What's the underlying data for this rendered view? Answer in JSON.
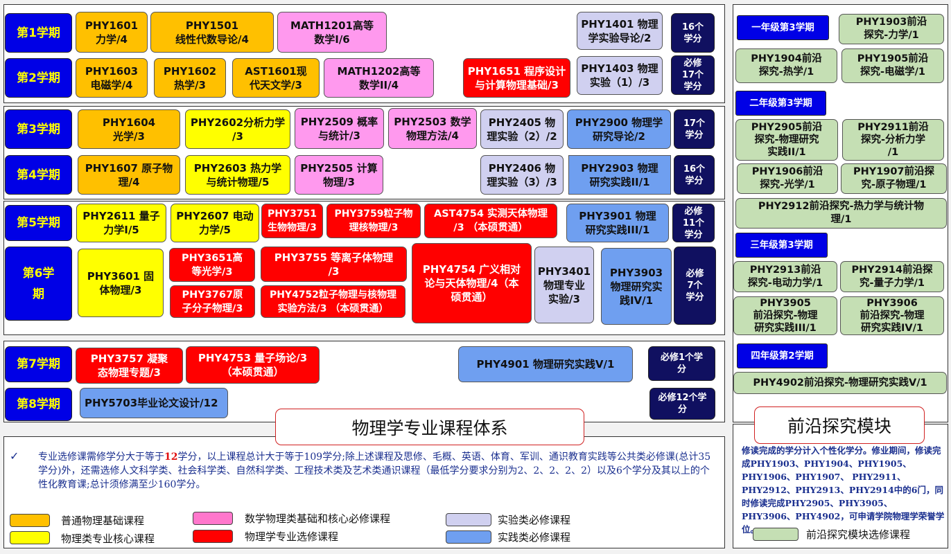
{
  "colors": {
    "foundation": "#ffc000",
    "core": "#ffff00",
    "math": "#ff99ee",
    "elective": "#ff0000",
    "lab": "#d0d0f0",
    "practice": "#6f9ff0",
    "frontier": "#c5dfb4",
    "semester": "#0000e6",
    "credit": "#101060"
  },
  "semesters": {
    "s1": "第1学期",
    "s2": "第2学期",
    "s3": "第3学期",
    "s4": "第4学期",
    "s5": "第5学期",
    "s6": "第6学期",
    "s7": "第7学期",
    "s8": "第8学期"
  },
  "credits": {
    "c1": "16个学分",
    "c2": "必修17个学分",
    "c3": "17个学分",
    "c4": "16个学分",
    "c5": "必修11个学分",
    "c6": "必修7个学分",
    "c7": "必修1个学分",
    "c8": "必修12个学分"
  },
  "courses": {
    "phy1601": "PHY1601\n力学/4",
    "phy1501": "PHY1501\n线性代数导论/4",
    "math1201": "MATH1201高等\n数学I/6",
    "phy1401": "PHY1401 物理\n学实验导论/2",
    "phy1603": "PHY1603\n电磁学/4",
    "phy1602": "PHY1602\n热学/3",
    "ast1601": "AST1601现\n代天文学/3",
    "math1202": "MATH1202高等\n数学II/4",
    "phy1651": "PHY1651 程序设计\n与计算物理基础/3",
    "phy1403": "PHY1403 物理\n实验（1）/3",
    "phy1604": "PHY1604\n光学/3",
    "phy2602": "PHY2602分析力学\n/3",
    "phy2509": "PHY2509 概率\n与统计/3",
    "phy2503": "PHY2503 数学\n物理方法/4",
    "phy2405": "PHY2405 物\n理实验（2）/2",
    "phy2900": "PHY2900 物理学\n研究导论/2",
    "phy1607": "PHY1607 原子物\n理/4",
    "phy2603": "PHY2603 热力学\n与统计物理/5",
    "phy2505": "PHY2505 计算\n物理/3",
    "phy2406": "PHY2406 物\n理实验（3）/3",
    "phy2903": "PHY2903 物理\n研究实践II/1",
    "phy2611": "PHY2611 量子\n力学I/5",
    "phy2607": "PHY2607 电动\n力学/5",
    "phy3751": "PHY3751\n生物物理/3",
    "phy3759": "PHY3759粒子物\n理核物理/3",
    "ast4754": "AST4754 实测天体物理\n/3 （本硕贯通）",
    "phy3901": "PHY3901 物理\n研究实践III/1",
    "phy3601": "PHY3601 固\n体物理/3",
    "phy3651": "PHY3651高\n等光学/3",
    "phy3755": "PHY3755 等离子体物理\n/3",
    "phy4754": "PHY4754 广义相对\n论与天体物理/4（本\n硕贯通）",
    "phy3401": "PHY3401\n物理专业\n实验/3",
    "phy3903": "PHY3903\n物理研究实\n践IV/1",
    "phy3767": "PHY3767原\n子分子物理/3",
    "phy4752": "PHY4752粒子物理与核物理\n实验方法/3 （本硕贯通）",
    "phy3757": "PHY3757 凝聚\n态物理专题/3",
    "phy4753": "PHY4753 量子场论/3\n（本硕贯通）",
    "phy4901": "PHY4901 物理研究实践V/1",
    "phy5703": "PHY5703毕业论文设计/12"
  },
  "frontier": {
    "h1": "一年级第3学期",
    "phy1903": "PHY1903前沿\n探究-力学/1",
    "phy1904": "PHY1904前沿\n探究-热学/1",
    "phy1905": "PHY1905前沿\n探究-电磁学/1",
    "h2": "二年级第3学期",
    "phy2905": "PHY2905前沿\n探究-物理研究\n实践II/1",
    "phy2911": "PHY2911前沿\n探究-分析力学\n/1",
    "phy1906": "PHY1906前沿\n探究-光学/1",
    "phy1907": "PHY1907前沿探\n究-原子物理/1",
    "phy2912": "PHY2912前沿探究-热力学与统计物\n理/1",
    "h3": "三年级第3学期",
    "phy2913": "PHY2913前沿\n探究-电动力学/1",
    "phy2914": "PHY2914前沿探\n究-量子力学/1",
    "phy3905": "PHY3905\n前沿探究-物理\n研究实践III/1",
    "phy3906": "PHY3906\n前沿探究-物理\n研究实践IV/1",
    "h4": "四年级第2学期",
    "phy4902": "PHY4902前沿探究-物理研究实践V/1"
  },
  "titles": {
    "main": "物理学专业课程体系",
    "side": "前沿探究模块"
  },
  "notes": {
    "check": "✓",
    "main_pre": "专业选修课需修学分大于等于",
    "main_hl": "12",
    "main_post": "学分，以上课程总计大于等于109学分;除上述课程及思修、毛概、英语、体育、军训、通识教育实践等公共类必修课(总计35学分)外，还需选修人文科学类、社会科学类、自然科学类、工程技术类及艺术类通识课程（最低学分要求分别为2、2、2、2、2）以及6个学分及其以上的个性化教育课;总计须修满至少160学分。",
    "side": "修读完成的学分计入个性化学分。修业期间，修读完成PHY1903、PHY1904、PHY1905、PHY1906、PHY1907、 PHY2911、PHY2912、PHY2913、PHY2914中的6门，同时修读完成PHY2905、PHY3905、PHY3906、PHY4902，可申请学院物理学荣誉学位。"
  },
  "legend": {
    "foundation": "普通物理基础课程",
    "core": "物理类专业核心课程",
    "math": "数学物理类基础和核心必修课程",
    "elective": "物理学专业选修课程",
    "lab": "实验类必修课程",
    "practice": "实践类必修课程",
    "frontier": "前沿探究模块选修课程"
  }
}
